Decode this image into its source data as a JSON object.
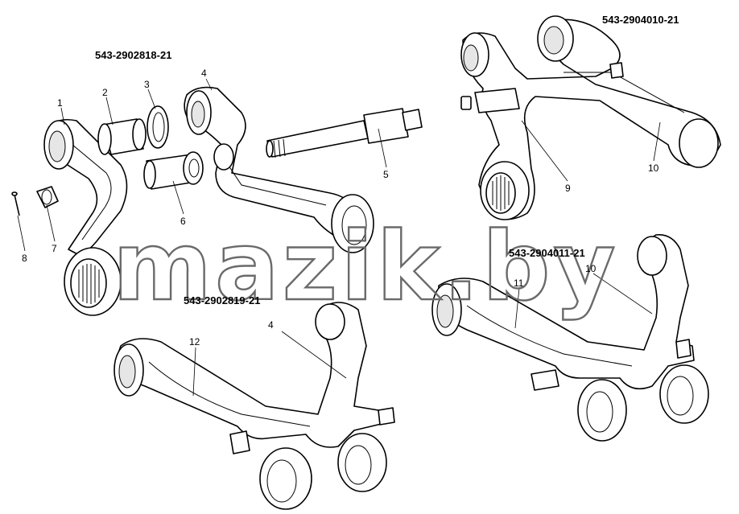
{
  "assemblies": [
    {
      "id": "upper-left",
      "label": "543-2902818-21"
    },
    {
      "id": "upper-right",
      "label": "543-2904010-21"
    },
    {
      "id": "lower-left",
      "label": "543-2902819-21"
    },
    {
      "id": "lower-right",
      "label": "543-2904011-21"
    }
  ],
  "callouts": [
    "1",
    "2",
    "3",
    "4",
    "5",
    "6",
    "7",
    "8",
    "9",
    "10",
    "12",
    "4",
    "11",
    "10"
  ],
  "watermark": "mazik.by",
  "colors": {
    "line": "#000000",
    "background": "#ffffff",
    "watermark": "#6a6a6a"
  }
}
